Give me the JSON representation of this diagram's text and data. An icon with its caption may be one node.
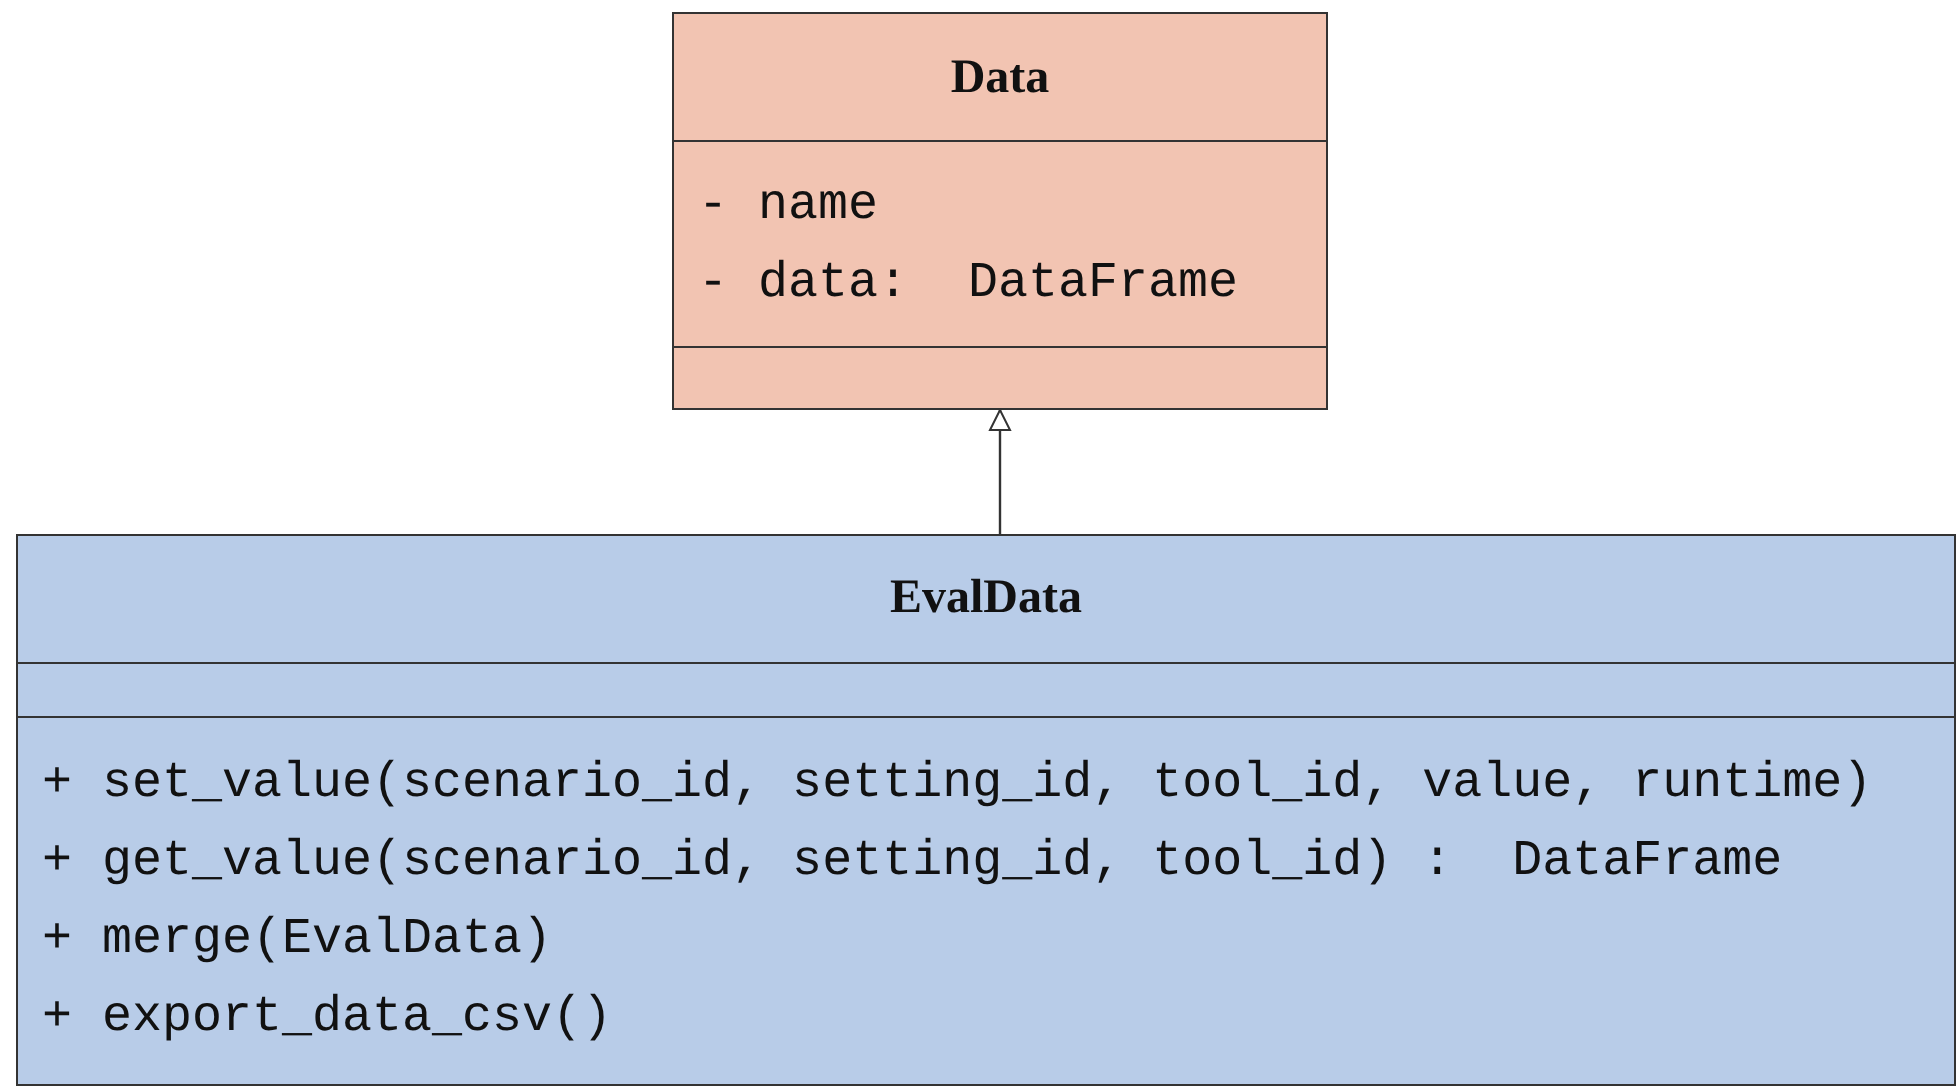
{
  "diagram": {
    "nodes": [
      {
        "text": [
          "Data",
          "- name",
          "- data:  DataFrame"
        ]
      },
      {
        "text": [
          "EvalData",
          "+ set_value(scenario_id, setting_id, tool_id, value, runtime)",
          "+ get_value(scenario_id, setting_id, tool_id) :  DataFrame",
          "+ merge(EvalData)",
          "+ export_data_csv()"
        ]
      }
    ],
    "edges": [
      {
        "from": 1,
        "to": 0,
        "arrow": "to"
      }
    ]
  }
}
